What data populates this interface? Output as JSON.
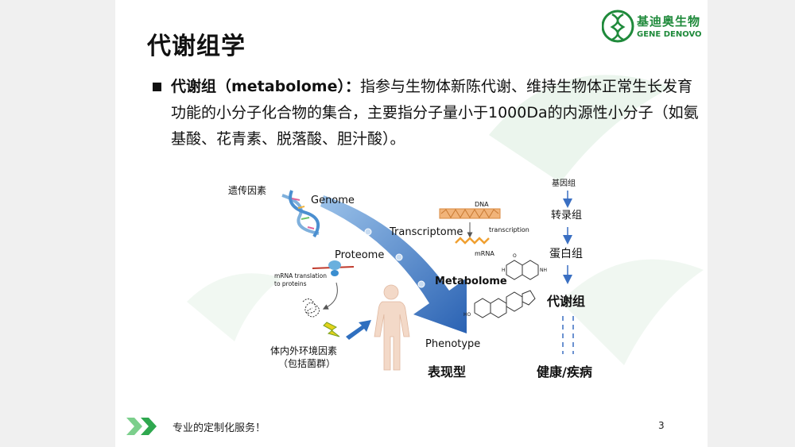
{
  "slide": {
    "title": "代谢组学",
    "logo": {
      "cn": "基迪奥生物",
      "en": "GENE DENOVO"
    },
    "bullet": {
      "term": "代谢组（metabolome）：",
      "text": "指参与生物体新陈代谢、维持生物体正常生长发育功能的小分子化合物的集合，主要指分子量小于1000Da的内源性小分子（如氨基酸、花青素、脱落酸、胆汁酸）。"
    },
    "figure": {
      "genetic_label": "遗传因素",
      "genome": "Genome",
      "transcriptome": "Transcriptome",
      "proteome": "Proteome",
      "metabolome": "Metabolome",
      "phenotype": "Phenotype",
      "dna": "DNA",
      "transcription": "transcription",
      "mrna": "mRNA",
      "mrna_translation_1": "mRNA translation",
      "mrna_translation_2": "to proteins",
      "env_label_1": "体内外环境因素",
      "env_label_2": "（包括菌群）",
      "phenotype_cn": "表现型",
      "chain": [
        "基因组",
        "转录组",
        "蛋白组",
        "代谢组"
      ],
      "health": "健康/疾病",
      "ho": "HO",
      "o": "O",
      "h": "H",
      "nh": "NH"
    },
    "footer": {
      "text": "专业的定制化服务！",
      "page": "3"
    },
    "colors": {
      "brand_green": "#1f8a3b",
      "arrow_blue": "#2f6fbf",
      "chain_blue": "#3a6fc2"
    }
  }
}
